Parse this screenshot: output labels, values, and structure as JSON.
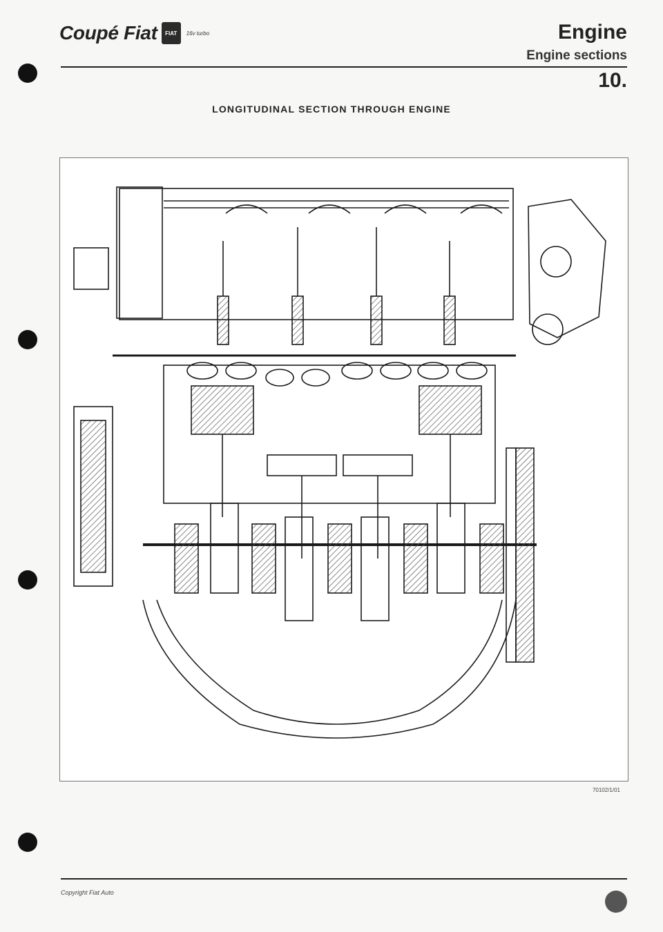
{
  "header": {
    "brand": "Coupé Fiat",
    "brand_badge": "FIAT",
    "brand_model": "16v turbo",
    "section_title": "Engine",
    "section_subtitle": "Engine sections",
    "section_number": "10."
  },
  "figure": {
    "title": "LONGITUDINAL SECTION THROUGH ENGINE",
    "reference": "70102/1/01"
  },
  "footer": {
    "copyright": "Copyright Fiat Auto"
  },
  "colors": {
    "ink": "#1a1a1a",
    "paper": "#f7f7f5",
    "hatch": "#555555"
  }
}
